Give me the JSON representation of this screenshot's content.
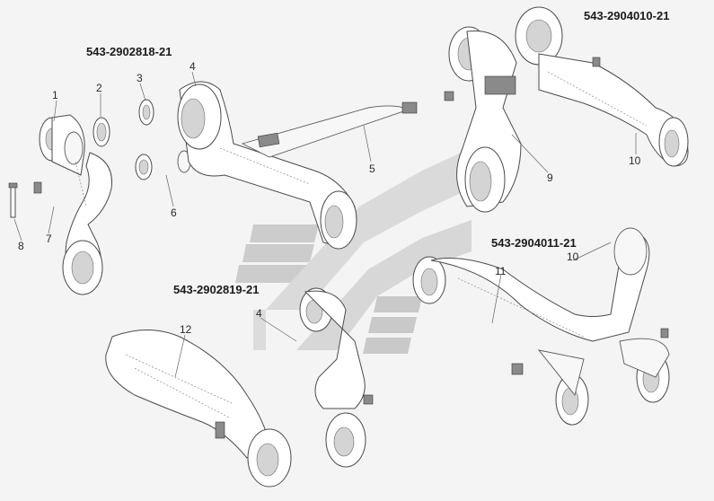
{
  "watermark": {
    "colors": {
      "bars": "#bdbdbd",
      "chevron": "#cfcfcf",
      "stem": "#d9d9d9"
    }
  },
  "codes": {
    "top_left": "543-2902818-21",
    "top_right": "543-2904010-21",
    "bottom_left": "543-2902819-21",
    "bottom_right": "543-2904011-21"
  },
  "callouts": {
    "n1": "1",
    "n2": "2",
    "n3": "3",
    "n4_top": "4",
    "n5": "5",
    "n6": "6",
    "n7": "7",
    "n8": "8",
    "n9": "9",
    "n10_top": "10",
    "n10_bottom": "10",
    "n11": "11",
    "n12": "12",
    "n4_bottom": "4"
  }
}
